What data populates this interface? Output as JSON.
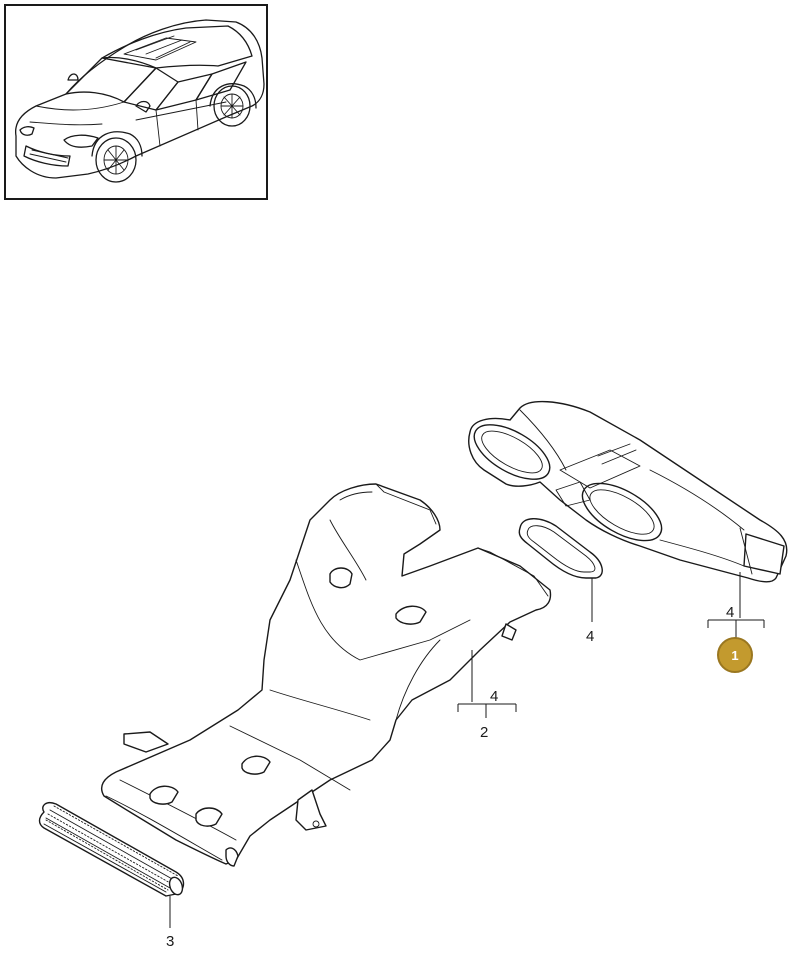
{
  "diagram": {
    "callouts": {
      "c1": "4",
      "c2": "2",
      "c3": "3",
      "c4": "4",
      "c5": "4"
    },
    "badge": {
      "label": "1",
      "fill": "#c39a2e",
      "stroke": "#9a7720",
      "text_color": "#ffffff"
    }
  }
}
